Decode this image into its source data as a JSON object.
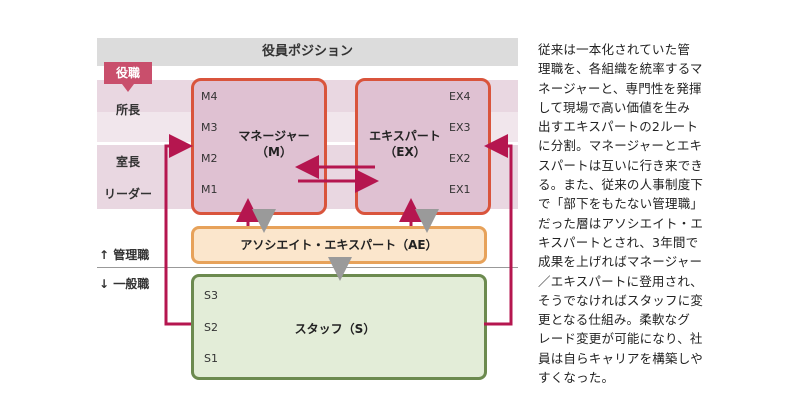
{
  "header": {
    "title": "役員ポジション"
  },
  "axis": {
    "label": "役職"
  },
  "rows": {
    "shocho": "所長",
    "shitsucho": "室長",
    "leader": "リーダー"
  },
  "divider": {
    "kanri": "管理職",
    "ippan": "一般職"
  },
  "boxes": {
    "m_title": "マネージャー",
    "m_abbr": "（M）",
    "ex_title": "エキスパート",
    "ex_abbr": "（EX）",
    "ae_title": "アソシエイト・エキスパート（AE）",
    "s_title": "スタッフ（S）"
  },
  "levels": {
    "m": [
      "M4",
      "M3",
      "M2",
      "M1"
    ],
    "ex": [
      "EX4",
      "EX3",
      "EX2",
      "EX1"
    ],
    "s": [
      "S3",
      "S2",
      "S1"
    ]
  },
  "colors": {
    "band": "#e9d7e1",
    "manager_border": "#d9543c",
    "arrow_magenta": "#b5164f",
    "arrow_gray": "#9a9a9a",
    "ae_border": "#e7a25a",
    "staff_border": "#6c8a4f"
  },
  "icons": {
    "up": "arrow-up-icon",
    "down": "arrow-down-icon"
  },
  "paragraph": [
    "従来は一本化されていた管",
    "理職を、各組織を統率するマ",
    "ネージャーと、専門性を発揮",
    "して現場で高い価値を生み",
    "出すエキスパートの2ルート",
    "に分割。マネージャーとエキ",
    "スパートは互いに行き来でき",
    "る。また、従来の人事制度下",
    "で「部下をもたない管理職」",
    "だった層はアソシエイト・エ",
    "キスパートとされ、3年間で",
    "成果を上げればマネージャー",
    "／エキスパートに登用され、",
    "そうでなければスタッフに変",
    "更となる仕組み。柔軟なグ",
    "レード変更が可能になり、社",
    "員は自らキャリアを構築しや",
    "すくなった。"
  ]
}
